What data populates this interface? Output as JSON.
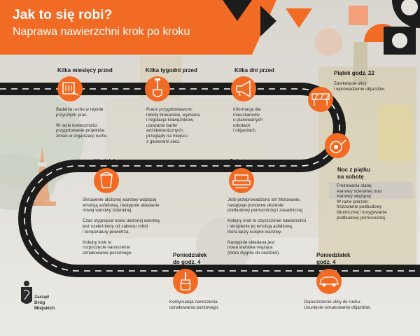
{
  "header": {
    "title": "Jak to się robi?",
    "subtitle": "Naprawa nawierzchni krok po kroku"
  },
  "colors": {
    "accent": "#f26b24",
    "road": "#1c1c1c",
    "road_line": "#ffffff",
    "background": "#e6e3dd"
  },
  "steps": [
    {
      "label": "Kilka miesięcy przed",
      "icon": "ruler-plan-icon",
      "description": "Badania ruchu w rejonie\nprzyszłych prac.\n\nW razie konieczności\nprzygotowanie projektów\nzmian w organizacji ruchu."
    },
    {
      "label": "Kilka tygodni przed",
      "icon": "shovel-icon",
      "description": "Prace przygotowawcze:\nroboty brukarskie, wymiana\ni regulacja krawężników,\nusuwanie barier\narchitektonicznych,\nprzeglądy na miejscu\nz gestorami sieci."
    },
    {
      "label": "Kilka dni przed",
      "icon": "megaphone-icon",
      "description": "Informacja dla\nmieszkańców\no planowanych\nrobotach\ni objazdach."
    },
    {
      "label": "Piątek godz. 22",
      "icon": "road-barrier-icon",
      "description": "Zamknięcie ulicy\ni wprowadzenie objazdów."
    },
    {
      "label": "Noc z piątku\nna sobotę",
      "icon": "milling-machine-icon",
      "description": "Frezowanie starej\nwarstwy ścieralnej oraz\nwarstwy wiążącej.\nW razie potrzeb:\nfrezowanie podbudowy\nbitumicznej i korygowanie\npodbudowy pomocniczej."
    },
    {
      "label": "Sobota rano",
      "icon": "paver-icon",
      "description": "Jeśli przeprowadzono ich frezowanie,\nnastępuje ponowne ułożenie\npodbudowy pomocniczej i zasadniczej.\n\nKolejny krok to czyszczenie nawierzchni\ni skropienie jej emulsją asfaltową,\nktóra łączy kolejne warstwy.\n\nNastępnie układana jest\nnowa warstwa wiążąca\n(która stygnie do niedzieli)."
    },
    {
      "label": "Niedziela",
      "icon": "bucket-icon",
      "description": "Skropienie ułożonej warstwy wiążącej\nemulsją asfaltową, następnie układanie\nnowej warstwy ścieralnej.\n\nCzas stygnięcia nowo ułożonej warstwy\njest uzależniony od zakresu robót\ni temperatury powietrza.\n\nKolejny krok to\nrozpoczęcie nanoszenia\noznakowania poziomego."
    },
    {
      "label": "Poniedziałek\ndo godz. 4",
      "icon": "paint-brush-icon",
      "description": "Kontynuacja nanoszenia\noznakowania poziomego."
    },
    {
      "label": "Poniedziałek\ngodz. 4",
      "icon": "car-icon",
      "description": "Dopuszczenie ulicy do ruchu.\nUsunięcie oznakowania objazdów."
    }
  ],
  "footer": {
    "logo_text": "Zarząd\nDróg\nMiejskich",
    "logo_icon": "warsaw-mermaid-crest-icon"
  }
}
